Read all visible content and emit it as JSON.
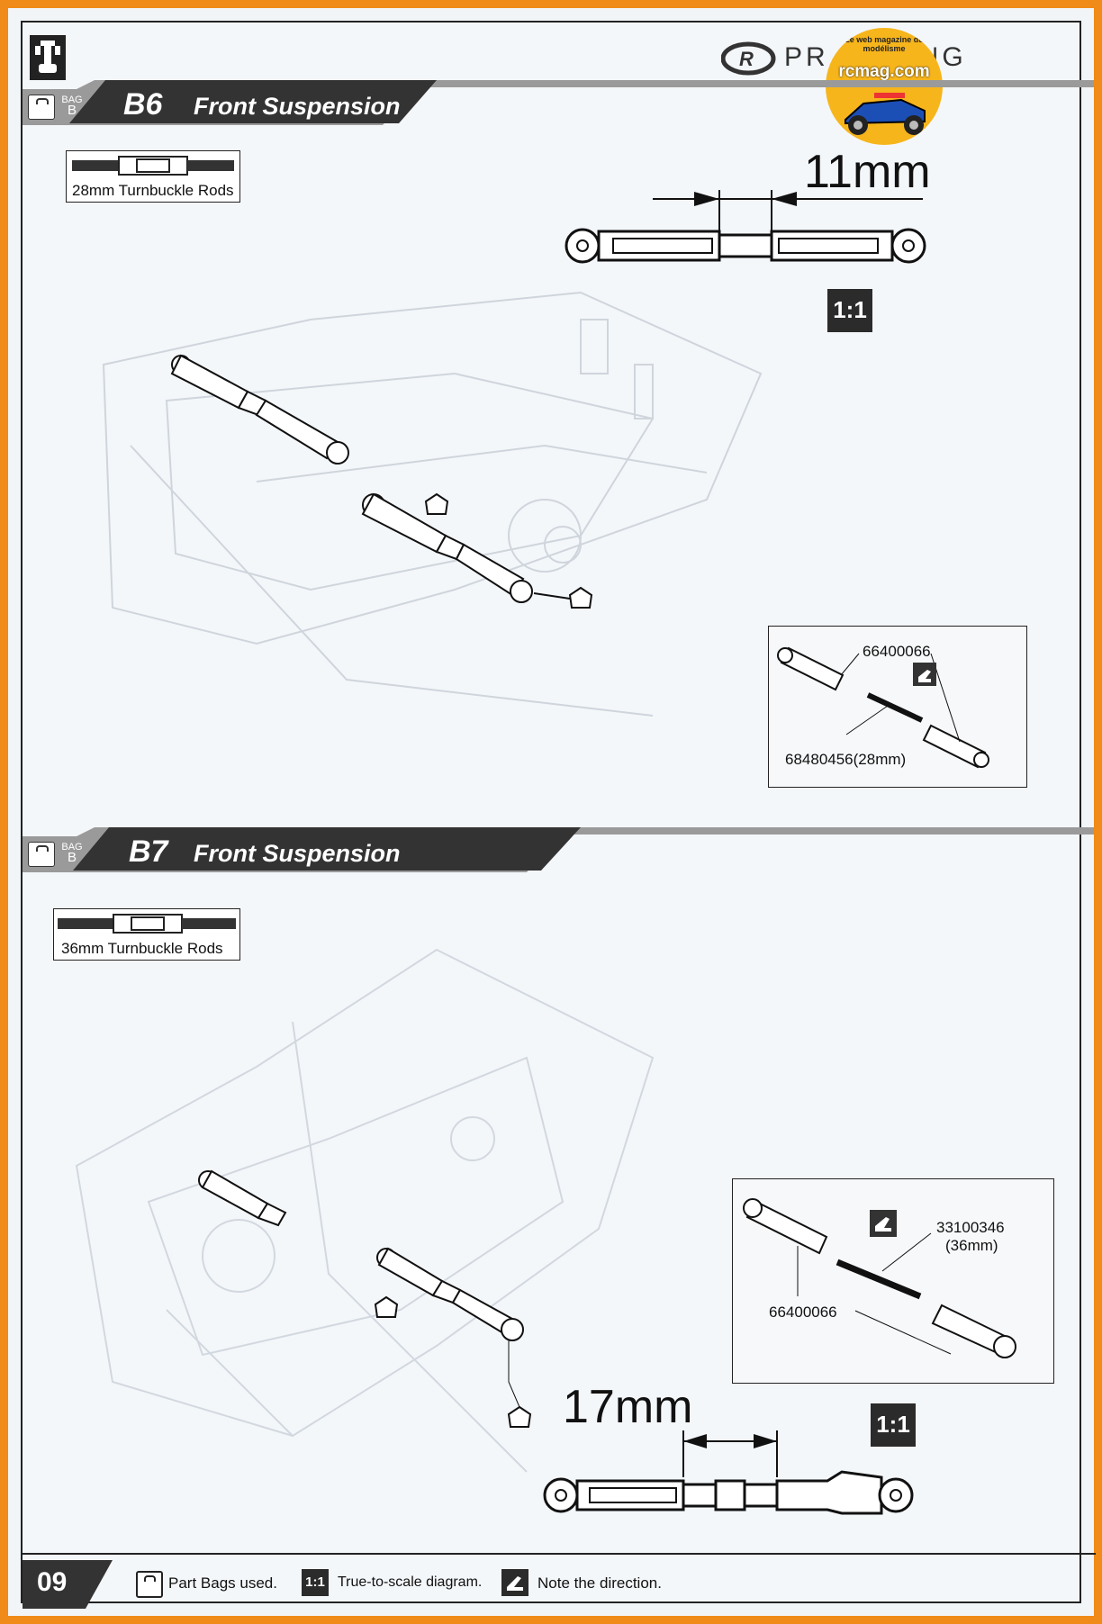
{
  "brand": {
    "name": "PR RACING",
    "watermark_title": "rcmag.com",
    "watermark_sub": "Le web magazine du modélisme"
  },
  "steps": [
    {
      "number": "B6",
      "title": "Front Suspension",
      "bag_label": "BAG",
      "bag_letter": "B",
      "parts_label": "28mm Turnbuckle Rods",
      "dimension": "11mm",
      "scale": "1:1",
      "callouts": {
        "end": "66400066",
        "rod": "68480456(28mm)"
      }
    },
    {
      "number": "B7",
      "title": "Front Suspension",
      "bag_label": "BAG",
      "bag_letter": "B",
      "parts_label": "36mm Turnbuckle Rods",
      "dimension": "17mm",
      "scale": "1:1",
      "callouts": {
        "rod": "33100346",
        "rod_length": "(36mm)",
        "end": "66400066"
      }
    }
  ],
  "footer": {
    "page_number": "09",
    "legend": [
      {
        "icon": "part-bag-icon",
        "text": "Part Bags used."
      },
      {
        "icon": "scale-icon",
        "badge": "1:1",
        "text": "True-to-scale diagram."
      },
      {
        "icon": "direction-hand-icon",
        "text": "Note the direction."
      }
    ]
  }
}
